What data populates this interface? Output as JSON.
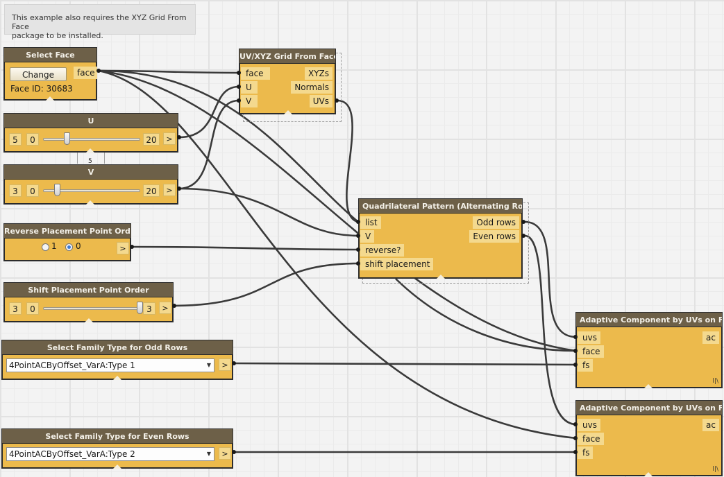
{
  "note": {
    "text_line1": "This example also requires the XYZ Grid From Face",
    "text_line2": "package to be installed."
  },
  "select_face": {
    "title": "Select Face",
    "button": "Change",
    "output": "face",
    "face_id": "Face ID: 30683"
  },
  "slider_u": {
    "title": "U",
    "value": "5",
    "min": "0",
    "max": "20",
    "arrow": ">",
    "fraction": 0.25,
    "below_label": "5"
  },
  "slider_v": {
    "title": "V",
    "value": "3",
    "min": "0",
    "max": "20",
    "arrow": ">",
    "fraction": 0.15
  },
  "reverse": {
    "title": "Reverse Placement Point Order",
    "option1": "1",
    "option2": "0",
    "selected": "0",
    "arrow": ">"
  },
  "shift": {
    "title": "Shift Placement Point Order",
    "value": "3",
    "min": "0",
    "max": "3",
    "arrow": ">",
    "fraction": 1.0
  },
  "odd_family": {
    "title": "Select Family Type for Odd Rows",
    "selected": "4PointACByOffset_VarA:Type 1",
    "arrow": ">"
  },
  "even_family": {
    "title": "Select Family Type for Even Rows",
    "selected": "4PointACByOffset_VarA:Type 2",
    "arrow": ">"
  },
  "uv_grid": {
    "title": "UV/XYZ Grid From Face",
    "inputs": [
      "face",
      "U",
      "V"
    ],
    "outputs": [
      "XYZs",
      "Normals",
      "UVs"
    ]
  },
  "quad": {
    "title": "Quadrilateral Pattern (Alternating Rows)",
    "inputs": [
      "list",
      "V",
      "reverse?",
      "shift placement"
    ],
    "outputs": [
      "Odd rows",
      "Even rows"
    ]
  },
  "ac1": {
    "title": "Adaptive Component by UVs on Face",
    "inputs": [
      "uvs",
      "face",
      "fs"
    ],
    "output": "ac",
    "lacing": "l|\\"
  },
  "ac2": {
    "title": "Adaptive Component by UVs on Face",
    "inputs": [
      "uvs",
      "face",
      "fs"
    ],
    "output": "ac",
    "lacing": "l|\\"
  },
  "colors": {
    "node_body": "#ecba4c",
    "node_header": "#6d6048",
    "port_bg": "#f4d98e",
    "wire": "#3a3a3a",
    "canvas": "#f3f3f3"
  }
}
